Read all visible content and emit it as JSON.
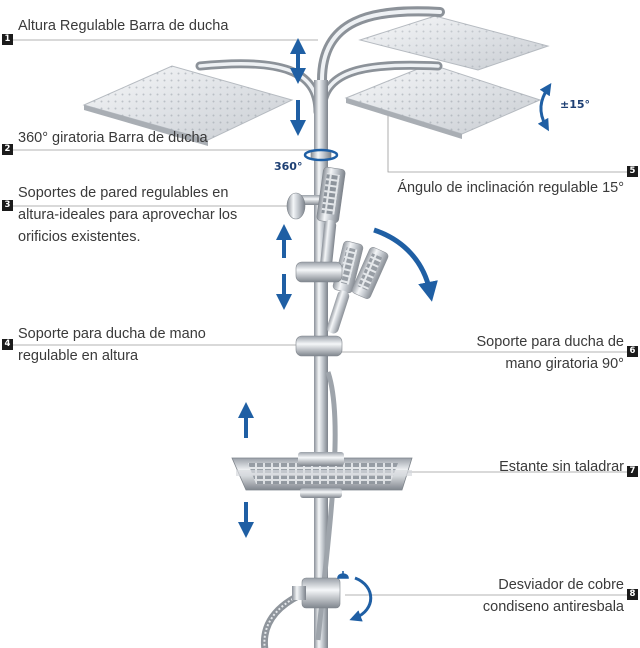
{
  "callouts": [
    {
      "number": "1",
      "lines": [
        "Altura Regulable Barra de ducha"
      ]
    },
    {
      "number": "2",
      "lines": [
        "360° giratoria Barra de ducha"
      ]
    },
    {
      "number": "3",
      "lines": [
        "Soportes de pared regulables en",
        "altura-ideales para aprovechar los",
        "orificios existentes."
      ]
    },
    {
      "number": "4",
      "lines": [
        "Soporte para ducha de mano",
        "regulable en altura"
      ]
    },
    {
      "number": "5",
      "lines": [
        "Ángulo de inclinación regulable 15°"
      ]
    },
    {
      "number": "6",
      "lines": [
        "Soporte para ducha de",
        "mano giratoria 90°"
      ]
    },
    {
      "number": "7",
      "lines": [
        "Estante sin taladrar"
      ]
    },
    {
      "number": "8",
      "lines": [
        "Desviador de cobre",
        "condiseno antiresbala"
      ]
    }
  ],
  "annotations": {
    "rotation": "360°",
    "tilt": "±15°"
  },
  "colors": {
    "arrow_blue": "#1f5fa4",
    "badge": "#1b1b1b",
    "chrome": "#c9ced4",
    "text": "#3a3a3a"
  },
  "icons": [
    "arrow-up-down-icon",
    "rotate-arrow-icon",
    "curved-arrow-icon",
    "shower-icon"
  ]
}
